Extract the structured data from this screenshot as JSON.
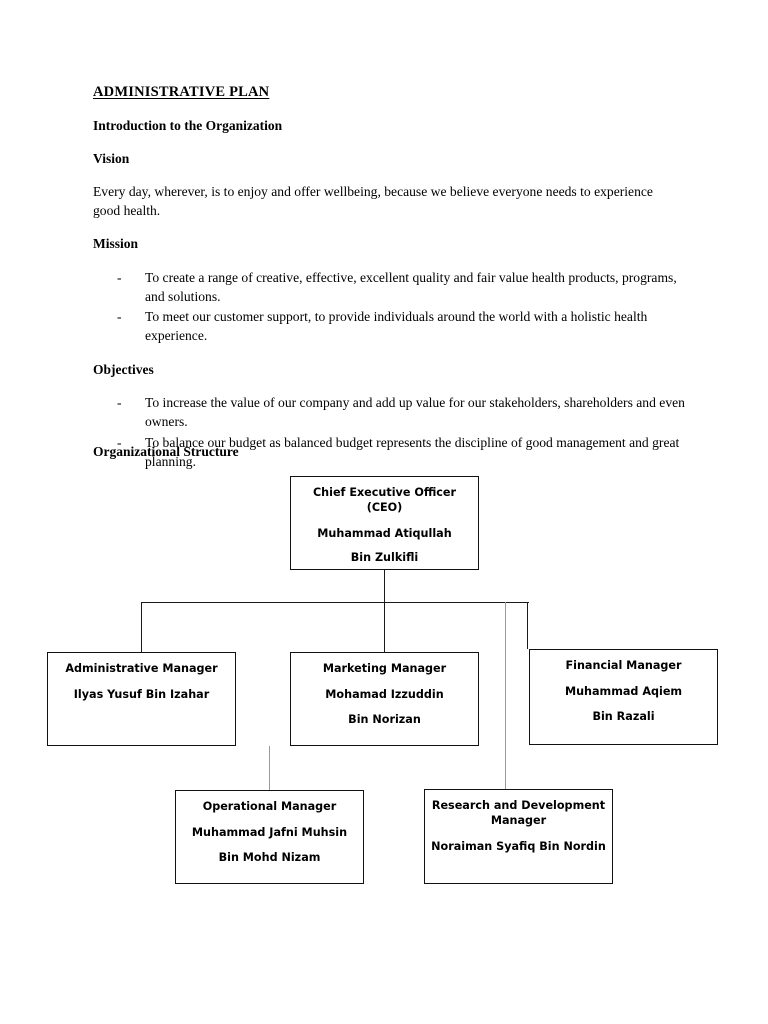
{
  "document": {
    "title": "ADMINISTRATIVE PLAN",
    "intro_heading": "Introduction to the Organization",
    "vision": {
      "heading": "Vision",
      "text": "Every day, wherever, is to enjoy and offer wellbeing, because we believe everyone needs to experience good health."
    },
    "mission": {
      "heading": "Mission",
      "bullet_marker": "-",
      "items": [
        "To create a range of creative, effective, excellent quality and fair value health products, programs, and solutions.",
        "To meet our customer support, to provide individuals around the world with a holistic health experience."
      ]
    },
    "objectives": {
      "heading": "Objectives",
      "bullet_marker": "-",
      "items": [
        "To increase the value of our company and add up value for our stakeholders, shareholders and even owners.",
        "To balance our budget as balanced budget represents the discipline of good management and great planning."
      ]
    },
    "org_structure_heading": "Organizational Structure"
  },
  "chart_data": {
    "type": "diagram",
    "diagram_kind": "organizational-chart",
    "title": "Organizational Structure",
    "nodes": [
      {
        "id": "ceo",
        "role": "Chief Executive Officer (CEO)",
        "name_line1": "Muhammad Atiqullah",
        "name_line2": "Bin Zulkifli",
        "level": 0
      },
      {
        "id": "administrative",
        "role": "Administrative Manager",
        "name_line1": "Ilyas Yusuf Bin Izahar",
        "name_line2": "",
        "level": 1
      },
      {
        "id": "marketing",
        "role": "Marketing Manager",
        "name_line1": "Mohamad Izzuddin",
        "name_line2": "Bin Norizan",
        "level": 1
      },
      {
        "id": "financial",
        "role": "Financial Manager",
        "name_line1": "Muhammad Aqiem",
        "name_line2": "Bin Razali",
        "level": 1
      },
      {
        "id": "operational",
        "role": "Operational Manager",
        "name_line1": "Muhammad Jafni Muhsin",
        "name_line2": "Bin Mohd Nizam",
        "level": 2
      },
      {
        "id": "research",
        "role": "Research and Development Manager",
        "name_line1": "Noraiman Syafiq Bin Nordin",
        "name_line2": "",
        "level": 2
      }
    ],
    "edges": [
      {
        "from": "ceo",
        "to": "administrative"
      },
      {
        "from": "ceo",
        "to": "marketing"
      },
      {
        "from": "ceo",
        "to": "financial"
      },
      {
        "from": "ceo",
        "to": "operational"
      },
      {
        "from": "ceo",
        "to": "research"
      }
    ],
    "colors": {
      "box_border": "#111111",
      "connector": "#1a1a1a",
      "connector_faint": "#9a9a9a",
      "background": "#ffffff",
      "text": "#000000"
    }
  }
}
